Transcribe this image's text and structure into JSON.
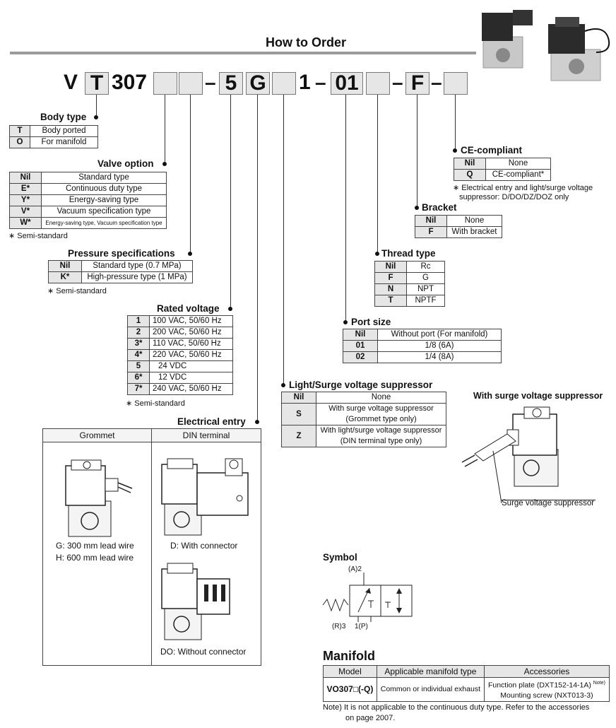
{
  "title": "How to Order",
  "code": {
    "v": "V",
    "t": "T",
    "n307": "307",
    "five": "5",
    "g": "G",
    "one": "1",
    "zero_one": "01",
    "f": "F",
    "dash": "–"
  },
  "body_type": {
    "heading": "Body type",
    "rows": [
      [
        "T",
        "Body ported"
      ],
      [
        "O",
        "For manifold"
      ]
    ]
  },
  "valve_option": {
    "heading": "Valve option",
    "rows": [
      [
        "Nil",
        "Standard type"
      ],
      [
        "E*",
        "Continuous duty type"
      ],
      [
        "Y*",
        "Energy-saving type"
      ],
      [
        "V*",
        "Vacuum specification type"
      ],
      [
        "W*",
        "Energy-saving type, Vacuum specification type"
      ]
    ],
    "note": "∗ Semi-standard"
  },
  "pressure": {
    "heading": "Pressure specifications",
    "rows": [
      [
        "Nil",
        "Standard type (0.7 MPa)"
      ],
      [
        "K*",
        "High-pressure type (1 MPa)"
      ]
    ],
    "note": "∗ Semi-standard"
  },
  "rated_voltage": {
    "heading": "Rated voltage",
    "rows": [
      [
        "1",
        "100 VAC, 50/60 Hz"
      ],
      [
        "2",
        "200 VAC, 50/60 Hz"
      ],
      [
        "3*",
        "110 VAC, 50/60 Hz"
      ],
      [
        "4*",
        "220 VAC, 50/60 Hz"
      ],
      [
        "5",
        "24 VDC"
      ],
      [
        "6*",
        "12 VDC"
      ],
      [
        "7*",
        "240 VAC, 50/60 Hz"
      ]
    ],
    "note": "∗ Semi-standard"
  },
  "electrical_entry": {
    "heading": "Electrical entry",
    "col1": "Grommet",
    "col2": "DIN terminal",
    "g_caption_1": "G: 300 mm lead wire",
    "g_caption_2": "H: 600 mm lead wire",
    "d_caption": "D: With connector",
    "do_caption": "DO: Without connector"
  },
  "light_surge": {
    "heading": "Light/Surge voltage suppressor",
    "rows": [
      [
        "Nil",
        "None"
      ],
      [
        "S",
        "With surge voltage suppressor (Grommet type only)"
      ],
      [
        "Z",
        "With light/surge voltage suppressor (DIN terminal type only)"
      ]
    ]
  },
  "port_size": {
    "heading": "Port size",
    "rows": [
      [
        "Nil",
        "Without port (For manifold)"
      ],
      [
        "01",
        "1/8 (6A)"
      ],
      [
        "02",
        "1/4 (8A)"
      ]
    ]
  },
  "thread_type": {
    "heading": "Thread type",
    "rows": [
      [
        "Nil",
        "Rc"
      ],
      [
        "F",
        "G"
      ],
      [
        "N",
        "NPT"
      ],
      [
        "T",
        "NPTF"
      ]
    ]
  },
  "bracket": {
    "heading": "Bracket",
    "rows": [
      [
        "Nil",
        "None"
      ],
      [
        "F",
        "With bracket"
      ]
    ]
  },
  "ce": {
    "heading": "CE-compliant",
    "rows": [
      [
        "Nil",
        "None"
      ],
      [
        "Q",
        "CE-compliant*"
      ]
    ],
    "note1": "∗ Electrical entry and light/surge voltage",
    "note2": "suppressor: D/DO/DZ/DOZ only"
  },
  "surge_figure": {
    "heading": "With surge voltage suppressor",
    "label": "Surge voltage suppressor"
  },
  "symbol": {
    "heading": "Symbol",
    "a2": "(A)2",
    "r3": "(R)3",
    "p1": "1(P)"
  },
  "manifold": {
    "heading": "Manifold",
    "headers": [
      "Model",
      "Applicable manifold type",
      "Accessories"
    ],
    "model": "VO307□(-Q)",
    "type": "Common or individual exhaust",
    "acc1": "Function plate (DXT152-14-1A)",
    "acc1_note": "Note)",
    "acc2": "Mounting screw (NXT013-3)",
    "note1": "Note) It is not applicable to the continuous duty type. Refer to the accessories",
    "note2": "on page 2007."
  }
}
